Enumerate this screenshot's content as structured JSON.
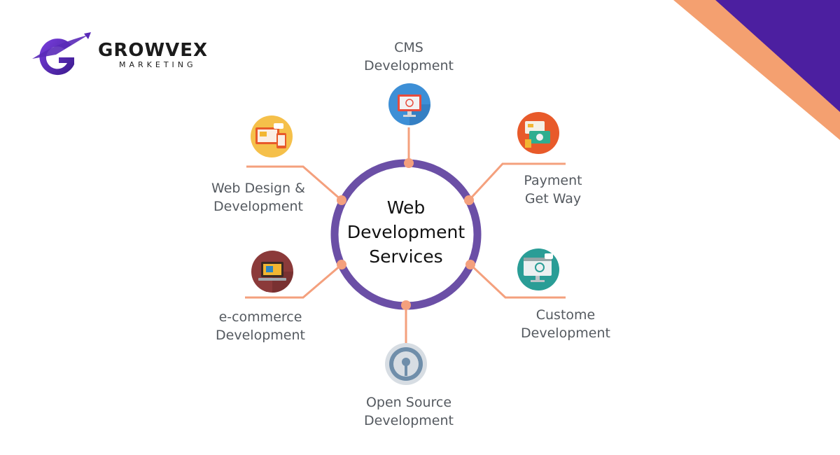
{
  "brand": {
    "name": "GROWVEX",
    "tagline": "MARKETING",
    "logo_icon": "g-rocket-logo-icon"
  },
  "center": {
    "lines": [
      "Web",
      "Development",
      "Services"
    ]
  },
  "services": [
    {
      "lines": [
        "CMS",
        "Development"
      ],
      "icon": "cms-monitor-icon"
    },
    {
      "lines": [
        "Payment",
        "Get Way"
      ],
      "icon": "payment-cards-icon"
    },
    {
      "lines": [
        "Custome",
        "Development"
      ],
      "icon": "custom-dev-monitor-icon"
    },
    {
      "lines": [
        "Open Source",
        "Development"
      ],
      "icon": "open-source-icon"
    },
    {
      "lines": [
        "e-commerce",
        "Development"
      ],
      "icon": "ecommerce-laptop-icon"
    },
    {
      "lines": [
        "Web Design &",
        "Development"
      ],
      "icon": "web-design-devices-icon"
    }
  ],
  "colors": {
    "ring": "#6b4fa6",
    "connector": "#f4a07d",
    "label_text": "#555a60",
    "corner_orange": "#f4a070",
    "corner_purple": "#4c1fa0",
    "logo_purple": "#5a2ab8"
  }
}
